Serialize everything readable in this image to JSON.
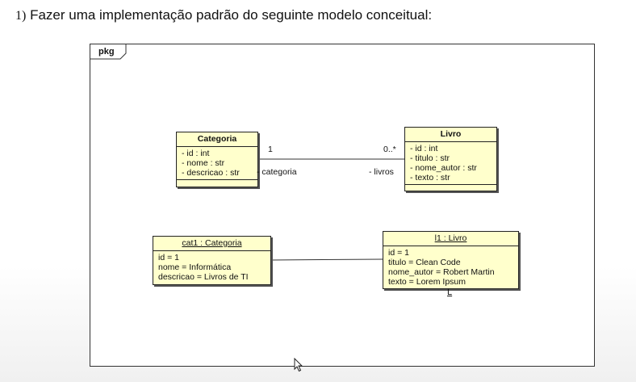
{
  "heading": {
    "number": "1)",
    "text": "Fazer uma implementação padrão do seguinte modelo conceitual:"
  },
  "package": {
    "label": "pkg"
  },
  "classes": {
    "categoria": {
      "name": "Categoria",
      "attributes": [
        "- id : int",
        "- nome : str",
        "- descricao : str"
      ]
    },
    "livro": {
      "name": "Livro",
      "attributes": [
        "- id : int",
        "- titulo : str",
        "- nome_autor : str",
        "- texto : str"
      ]
    }
  },
  "association": {
    "mult_categoria": "1",
    "mult_livro": "0..*",
    "role_categoria": "- categoria",
    "role_livro": "- livros"
  },
  "objects": {
    "cat1": {
      "name": "cat1 : Categoria",
      "slots": [
        "id = 1",
        "nome = Informática",
        "descricao = Livros de TI"
      ]
    },
    "l1": {
      "name": "l1 : Livro",
      "slots": [
        "id = 1",
        "titulo = Clean Code",
        "nome_autor = Robert Martin",
        "texto = Lorem Ipsum"
      ]
    }
  },
  "note_mark": "L",
  "colors": {
    "class_fill": "#ffffcc",
    "border": "#222222"
  },
  "icons": {
    "cursor": "mouse-pointer-icon"
  }
}
